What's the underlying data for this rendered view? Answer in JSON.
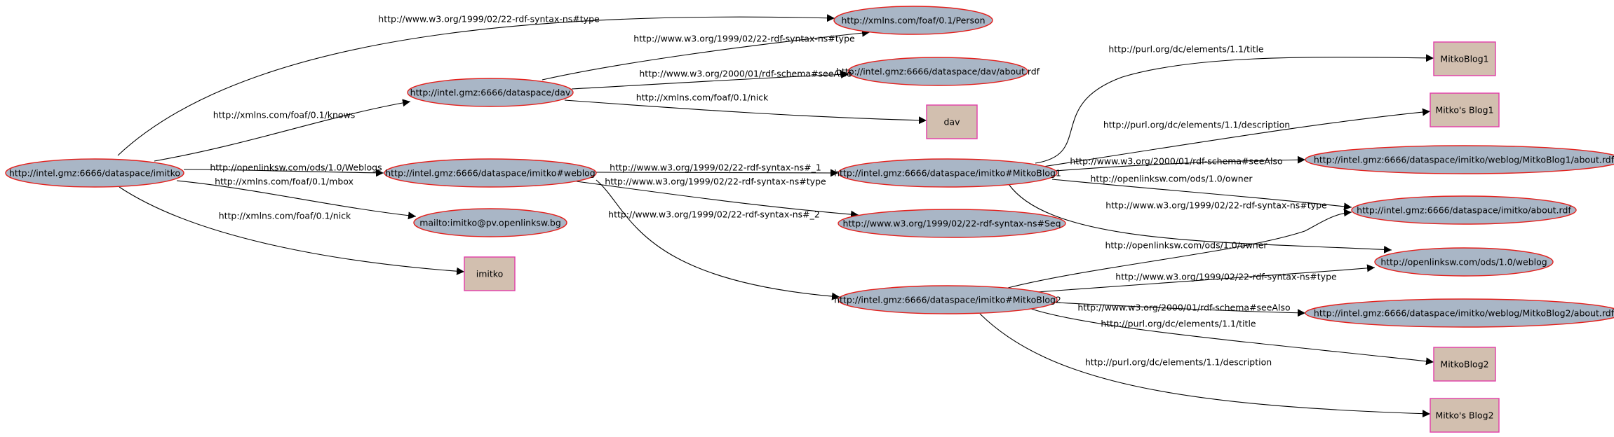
{
  "nodes": {
    "imitko": {
      "label": "http://intel.gmz:6666/dataspace/imitko",
      "shape": "ellipse"
    },
    "person": {
      "label": "http://xmlns.com/foaf/0.1/Person",
      "shape": "ellipse"
    },
    "dav": {
      "label": "http://intel.gmz:6666/dataspace/dav",
      "shape": "ellipse"
    },
    "davabout": {
      "label": "http://intel.gmz:6666/dataspace/dav/about.rdf",
      "shape": "ellipse"
    },
    "davlit": {
      "label": "dav",
      "shape": "box"
    },
    "weblog": {
      "label": "http://intel.gmz:6666/dataspace/imitko#weblog",
      "shape": "ellipse"
    },
    "mailto": {
      "label": "mailto:imitko@pv.openlinksw.bg",
      "shape": "ellipse"
    },
    "imitkolit": {
      "label": "imitko",
      "shape": "box"
    },
    "blog1": {
      "label": "http://intel.gmz:6666/dataspace/imitko#MitkoBlog1",
      "shape": "ellipse"
    },
    "seq": {
      "label": "http://www.w3.org/1999/02/22-rdf-syntax-ns#Seq",
      "shape": "ellipse"
    },
    "blog2": {
      "label": "http://intel.gmz:6666/dataspace/imitko#MitkoBlog2",
      "shape": "ellipse"
    },
    "t1": {
      "label": "MitkoBlog1",
      "shape": "box"
    },
    "d1": {
      "label": "Mitko's Blog1",
      "shape": "box"
    },
    "about1": {
      "label": "http://intel.gmz:6666/dataspace/imitko/weblog/MitkoBlog1/about.rdf",
      "shape": "ellipse"
    },
    "imitkoabout": {
      "label": "http://intel.gmz:6666/dataspace/imitko/about.rdf",
      "shape": "ellipse"
    },
    "odsweblog": {
      "label": "http://openlinksw.com/ods/1.0/weblog",
      "shape": "ellipse"
    },
    "about2": {
      "label": "http://intel.gmz:6666/dataspace/imitko/weblog/MitkoBlog2/about.rdf",
      "shape": "ellipse"
    },
    "t2": {
      "label": "MitkoBlog2",
      "shape": "box"
    },
    "d2": {
      "label": "Mitko's Blog2",
      "shape": "box"
    }
  },
  "edges": [
    {
      "from": "imitko",
      "to": "person",
      "label": "http://www.w3.org/1999/02/22-rdf-syntax-ns#type"
    },
    {
      "from": "imitko",
      "to": "dav",
      "label": "http://xmlns.com/foaf/0.1/knows"
    },
    {
      "from": "imitko",
      "to": "weblog",
      "label": "http://openlinksw.com/ods/1.0/Weblogs"
    },
    {
      "from": "imitko",
      "to": "mailto",
      "label": "http://xmlns.com/foaf/0.1/mbox"
    },
    {
      "from": "imitko",
      "to": "imitkolit",
      "label": "http://xmlns.com/foaf/0.1/nick"
    },
    {
      "from": "dav",
      "to": "person",
      "label": "http://www.w3.org/1999/02/22-rdf-syntax-ns#type"
    },
    {
      "from": "dav",
      "to": "davabout",
      "label": "http://www.w3.org/2000/01/rdf-schema#seeAlso"
    },
    {
      "from": "dav",
      "to": "davlit",
      "label": "http://xmlns.com/foaf/0.1/nick"
    },
    {
      "from": "weblog",
      "to": "blog1",
      "label": "http://www.w3.org/1999/02/22-rdf-syntax-ns#_1"
    },
    {
      "from": "weblog",
      "to": "seq",
      "label": "http://www.w3.org/1999/02/22-rdf-syntax-ns#type"
    },
    {
      "from": "weblog",
      "to": "blog2",
      "label": "http://www.w3.org/1999/02/22-rdf-syntax-ns#_2"
    },
    {
      "from": "blog1",
      "to": "t1",
      "label": "http://purl.org/dc/elements/1.1/title"
    },
    {
      "from": "blog1",
      "to": "d1",
      "label": "http://purl.org/dc/elements/1.1/description"
    },
    {
      "from": "blog1",
      "to": "about1",
      "label": "http://www.w3.org/2000/01/rdf-schema#seeAlso"
    },
    {
      "from": "blog1",
      "to": "imitkoabout",
      "label": "http://openlinksw.com/ods/1.0/owner"
    },
    {
      "from": "blog1",
      "to": "odsweblog",
      "label": "http://www.w3.org/1999/02/22-rdf-syntax-ns#type"
    },
    {
      "from": "blog2",
      "to": "imitkoabout",
      "label": "http://openlinksw.com/ods/1.0/owner"
    },
    {
      "from": "blog2",
      "to": "odsweblog",
      "label": "http://www.w3.org/1999/02/22-rdf-syntax-ns#type"
    },
    {
      "from": "blog2",
      "to": "about2",
      "label": "http://www.w3.org/2000/01/rdf-schema#seeAlso"
    },
    {
      "from": "blog2",
      "to": "t2",
      "label": "http://purl.org/dc/elements/1.1/title"
    },
    {
      "from": "blog2",
      "to": "d2",
      "label": "http://purl.org/dc/elements/1.1/description"
    }
  ],
  "colors": {
    "ellipse_fill": "#a9b6c6",
    "ellipse_stroke": "#e3201c",
    "box_fill": "#d2bfaf",
    "box_stroke": "#e23ca8",
    "edge": "#000000"
  }
}
